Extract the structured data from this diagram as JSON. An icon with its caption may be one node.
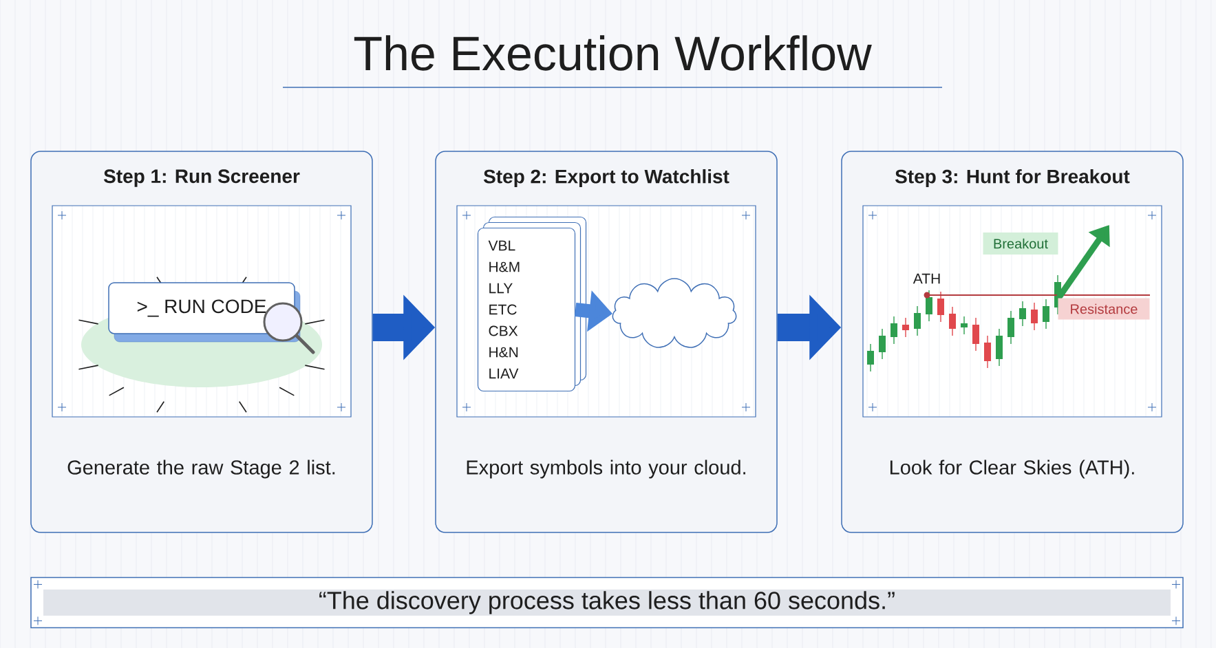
{
  "diagram": {
    "title": "The Execution Workflow",
    "nodes": [
      {
        "text": [
          "Step 1: Run Screener",
          "Generate the raw Stage 2 list."
        ]
      },
      {
        "text": [
          "Step 2: Export to Watchlist",
          "Export symbols into your cloud."
        ]
      },
      {
        "text": [
          "Step 3: Hunt for Breakout",
          "Look for Clear Skies (ATH)."
        ]
      },
      {
        "text": [
          ">_ RUN CODE"
        ],
        "in": 0
      },
      {
        "text": [
          "VBL",
          "H&M",
          "LLY",
          "ETC",
          "CBX",
          "H&N",
          "LIAV"
        ],
        "in": 1
      },
      {
        "text": [],
        "shape": "cloud",
        "in": 1
      },
      {
        "text": [
          "Breakout"
        ],
        "in": 2
      },
      {
        "text": [
          "Resistance"
        ],
        "in": 2
      },
      {
        "text": [
          "“The discovery process takes less than 60 seconds.”"
        ]
      }
    ],
    "edges": [
      {
        "from": 0,
        "to": 1,
        "arrow": "to"
      },
      {
        "from": 1,
        "to": 2,
        "arrow": "to"
      },
      {
        "from": 4,
        "to": 5,
        "arrow": "to"
      }
    ],
    "labels": [
      "ATH"
    ]
  }
}
